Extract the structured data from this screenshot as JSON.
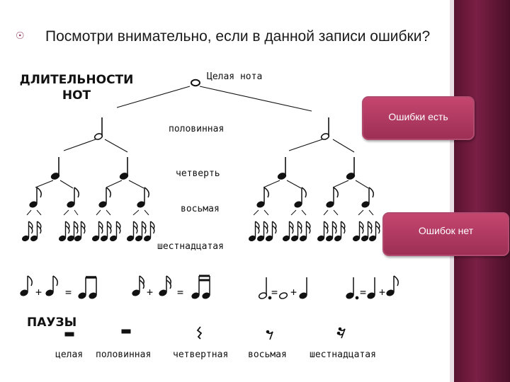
{
  "slide": {
    "bullet_text": "Посмотри внимательно, если в данной записи ошибки?",
    "accent_color": "#7a1f45",
    "bullet_icon": "circle-bullet-icon"
  },
  "diagram": {
    "heading_line1": "ДЛИТЕЛЬНОСТИ",
    "heading_line2": "НОТ",
    "labels": {
      "whole": "Целая нота",
      "half": "половинная",
      "quarter": "четверть",
      "eighth": "восьмая",
      "sixteenth": "шестнадцатая"
    },
    "equation_symbols": {
      "plus": "+",
      "equals": "="
    },
    "rests_heading": "ПАУЗЫ",
    "rests": {
      "whole": "целая",
      "half": "половинная",
      "quarter": "четвертная",
      "eighth": "восьмая",
      "sixteenth": "шестнадцатая"
    }
  },
  "answers": {
    "errors_label": "Ошибки есть",
    "no_errors_label": "Ошибок нет",
    "button_color": "#b03a62"
  }
}
